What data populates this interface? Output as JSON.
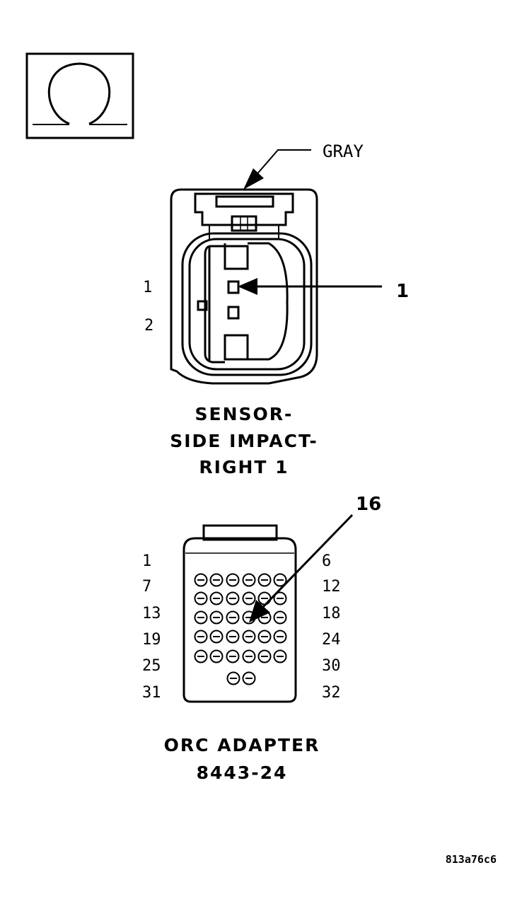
{
  "ohm_symbol": {
    "icon": "ohm-icon"
  },
  "sensor_connector": {
    "wire_color": "GRAY",
    "pin_labels": [
      "1",
      "2"
    ],
    "callout": "1",
    "title_lines": [
      "SENSOR-",
      "SIDE IMPACT-",
      "RIGHT 1"
    ]
  },
  "adapter_connector": {
    "callout": "16",
    "left_pin_labels": [
      "1",
      "7",
      "13",
      "19",
      "25",
      "31"
    ],
    "right_pin_labels": [
      "6",
      "12",
      "18",
      "24",
      "30",
      "32"
    ],
    "title_lines": [
      "ORC ADAPTER",
      "8443-24"
    ]
  },
  "image_code": "813a76c6"
}
